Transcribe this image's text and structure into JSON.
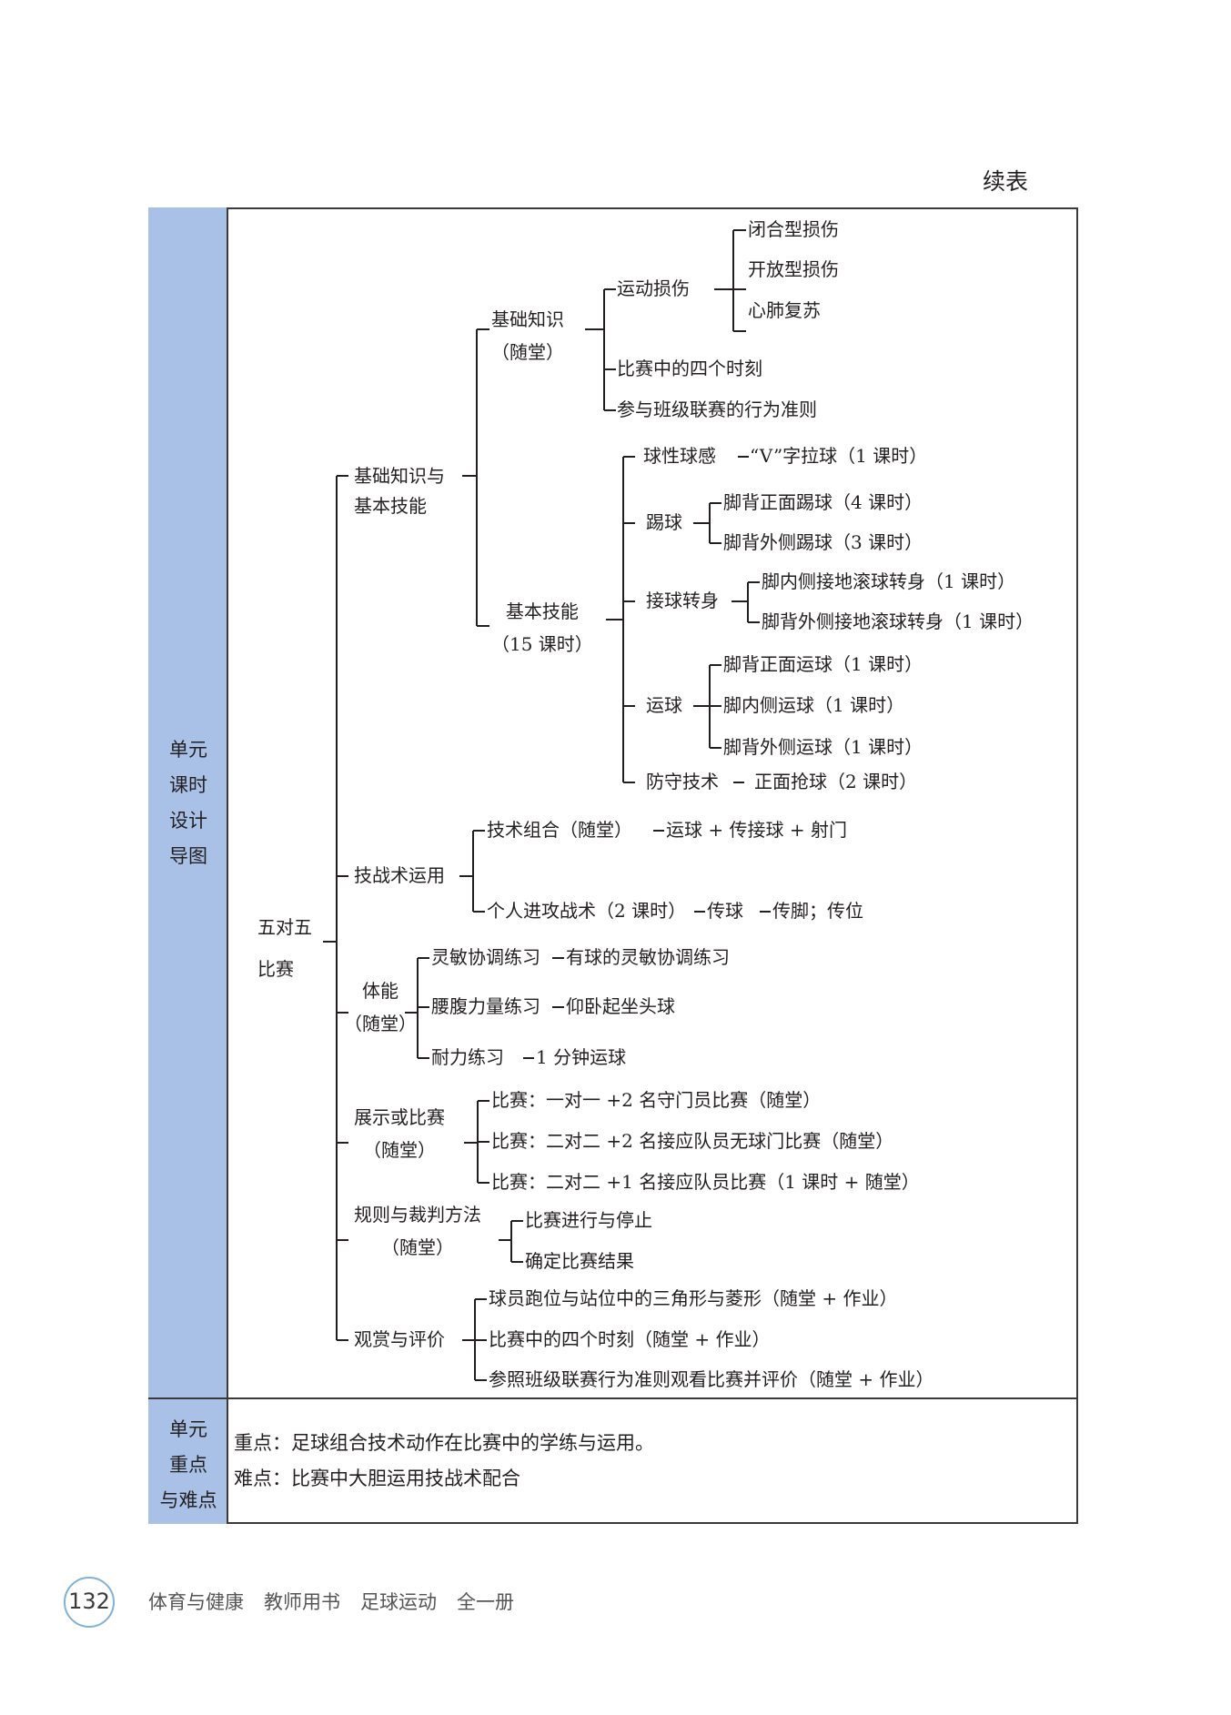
{
  "continued_label": "续表",
  "side_labels": {
    "row1": [
      "单元",
      "课时",
      "设计",
      "导图"
    ],
    "row2": [
      "单元",
      "重点",
      "与难点"
    ]
  },
  "tree": {
    "root": [
      "五对五",
      "比赛"
    ],
    "b1": [
      "基础知识与",
      "基本技能"
    ],
    "b1_1": [
      "基础知识",
      "（随堂）"
    ],
    "b1_1_1": "运动损伤",
    "b1_1_1_items": [
      "闭合型损伤",
      "开放型损伤",
      "心肺复苏"
    ],
    "b1_1_2": "比赛中的四个时刻",
    "b1_1_3": "参与班级联赛的行为准则",
    "b1_2": [
      "基本技能",
      "（15 课时）"
    ],
    "b1_2_1": "球性球感",
    "b1_2_1_item": "“V”字拉球（1 课时）",
    "b1_2_2": "踢球",
    "b1_2_2_items": [
      "脚背正面踢球（4 课时）",
      "脚背外侧踢球（3 课时）"
    ],
    "b1_2_3": "接球转身",
    "b1_2_3_items": [
      "脚内侧接地滚球转身（1 课时）",
      "脚背外侧接地滚球转身（1 课时）"
    ],
    "b1_2_4": "运球",
    "b1_2_4_items": [
      "脚背正面运球（1 课时）",
      "脚内侧运球（1 课时）",
      "脚背外侧运球（1 课时）"
    ],
    "b1_2_5": "防守技术",
    "b1_2_5_item": "正面抢球（2 课时）",
    "b2": "技战术运用",
    "b2_1": "技术组合（随堂）",
    "b2_1_item": "运球 + 传接球 + 射门",
    "b2_2": "个人进攻战术（2 课时）",
    "b2_2_a": "传球",
    "b2_2_b": "传脚；传位",
    "b3": [
      "体能",
      "（随堂）"
    ],
    "b3_1": "灵敏协调练习",
    "b3_1_item": "有球的灵敏协调练习",
    "b3_2": "腰腹力量练习",
    "b3_2_item": "仰卧起坐头球",
    "b3_3": "耐力练习",
    "b3_3_item": "1 分钟运球",
    "b4": [
      "展示或比赛",
      "（随堂）"
    ],
    "b4_items": [
      "比赛：一对一 +2 名守门员比赛（随堂）",
      "比赛：二对二 +2 名接应队员无球门比赛（随堂）",
      "比赛：二对二 +1 名接应队员比赛（1 课时 + 随堂）"
    ],
    "b5": [
      "规则与裁判方法",
      "（随堂）"
    ],
    "b5_items": [
      "比赛进行与停止",
      "确定比赛结果"
    ],
    "b6": "观赏与评价",
    "b6_items": [
      "球员跑位与站位中的三角形与菱形（随堂 + 作业）",
      "比赛中的四个时刻（随堂 + 作业）",
      "参照班级联赛行为准则观看比赛并评价（随堂 + 作业）"
    ]
  },
  "key_points": {
    "key": "重点：足球组合技术动作在比赛中的学练与运用。",
    "difficult": "难点：比赛中大胆运用技战术配合"
  },
  "footer": {
    "page_number": "132",
    "book_parts": [
      "体育与健康",
      "教师用书",
      "足球运动",
      "全一册"
    ]
  }
}
